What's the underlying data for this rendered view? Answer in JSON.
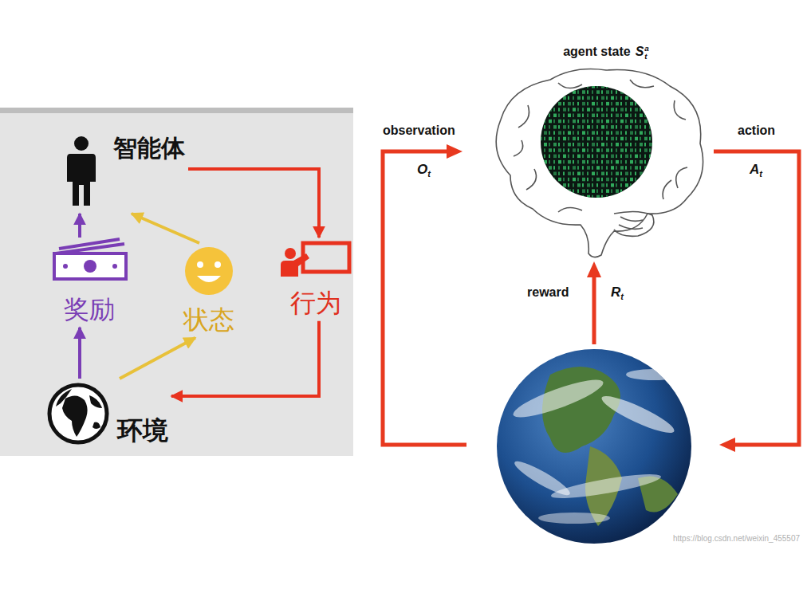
{
  "diagram": {
    "nodes": [
      {
        "text": [
          "智能体"
        ]
      },
      {
        "text": [
          "奖励"
        ]
      },
      {
        "text": [
          "状态"
        ]
      },
      {
        "text": [
          "行为"
        ]
      },
      {
        "text": [
          "环境"
        ]
      },
      {
        "text": [
          "agent state",
          "Sat"
        ]
      }
    ],
    "edges": [
      {
        "from": 0,
        "to": 3,
        "arrow": "to"
      },
      {
        "from": 3,
        "to": 4,
        "arrow": "to"
      },
      {
        "from": 4,
        "to": 1,
        "arrow": "to"
      },
      {
        "from": 1,
        "to": 0,
        "arrow": "to"
      },
      {
        "from": 4,
        "to": 2,
        "arrow": "to"
      },
      {
        "from": 2,
        "to": 0,
        "arrow": "to"
      }
    ],
    "labels": [
      "observation",
      "Ot",
      "action",
      "At",
      "reward",
      "Rt",
      "https://blog.csdn.net/weixin_455507"
    ]
  }
}
